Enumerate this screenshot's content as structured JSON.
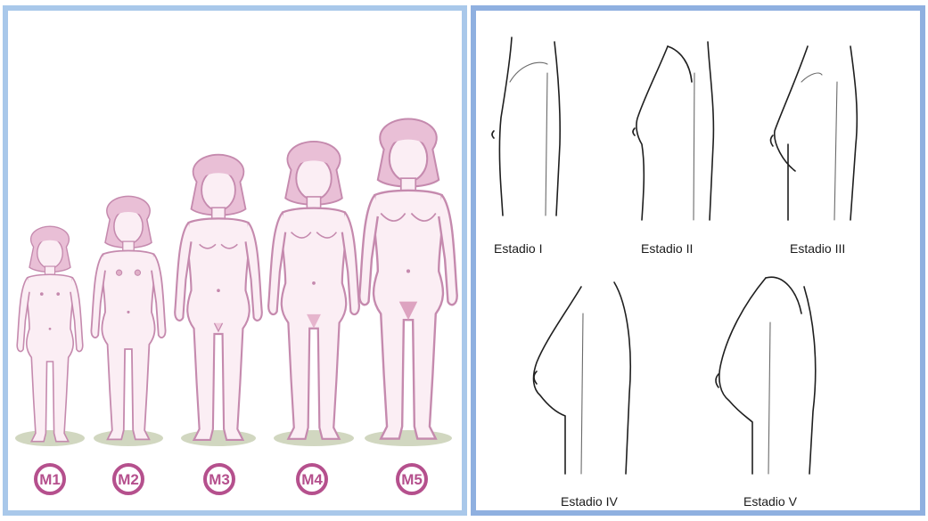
{
  "left_panel": {
    "stages": [
      {
        "label": "M1"
      },
      {
        "label": "M2"
      },
      {
        "label": "M3"
      },
      {
        "label": "M4"
      },
      {
        "label": "M5"
      }
    ]
  },
  "right_panel": {
    "stages": [
      {
        "label": "Estadio I"
      },
      {
        "label": "Estadio II"
      },
      {
        "label": "Estadio III"
      },
      {
        "label": "Estadio IV"
      },
      {
        "label": "Estadio V"
      }
    ]
  },
  "colors": {
    "figure_fill": "#fbeef4",
    "figure_stroke": "#c58aae",
    "hair": "#e9bfd6",
    "badge": "#b5508d",
    "ground": "#c9d1b6",
    "left_border": "#a9c8ea",
    "right_border": "#8fb0e0"
  }
}
